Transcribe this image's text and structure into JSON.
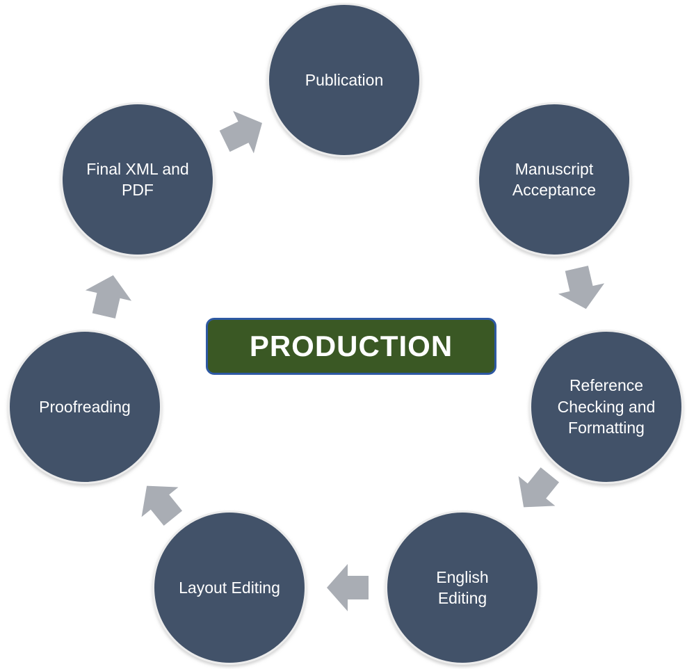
{
  "diagram": {
    "center_label": "PRODUCTION",
    "nodes": [
      {
        "id": "publication",
        "label": "Publication"
      },
      {
        "id": "manuscript-acceptance",
        "label": "Manuscript\nAcceptance"
      },
      {
        "id": "reference-checking-and-formatting",
        "label": "Reference\nChecking and\nFormatting"
      },
      {
        "id": "english-editing",
        "label": "English\nEditing"
      },
      {
        "id": "layout-editing",
        "label": "Layout Editing"
      },
      {
        "id": "proofreading",
        "label": "Proofreading"
      },
      {
        "id": "final-xml-and-pdf",
        "label": "Final XML and\nPDF"
      }
    ],
    "arrows": [
      {
        "from": "manuscript-acceptance",
        "to": "reference-checking-and-formatting"
      },
      {
        "from": "reference-checking-and-formatting",
        "to": "english-editing"
      },
      {
        "from": "english-editing",
        "to": "layout-editing"
      },
      {
        "from": "layout-editing",
        "to": "proofreading"
      },
      {
        "from": "proofreading",
        "to": "final-xml-and-pdf"
      },
      {
        "from": "final-xml-and-pdf",
        "to": "publication"
      }
    ],
    "colors": {
      "background": "#ffffff",
      "node_fill": "#425269",
      "node_ring": "#ececec",
      "node_text": "#ffffff",
      "arrow": "#a9adb4",
      "center_fill": "#3a5824",
      "center_border": "#2e59a3",
      "center_text": "#ffffff"
    }
  }
}
